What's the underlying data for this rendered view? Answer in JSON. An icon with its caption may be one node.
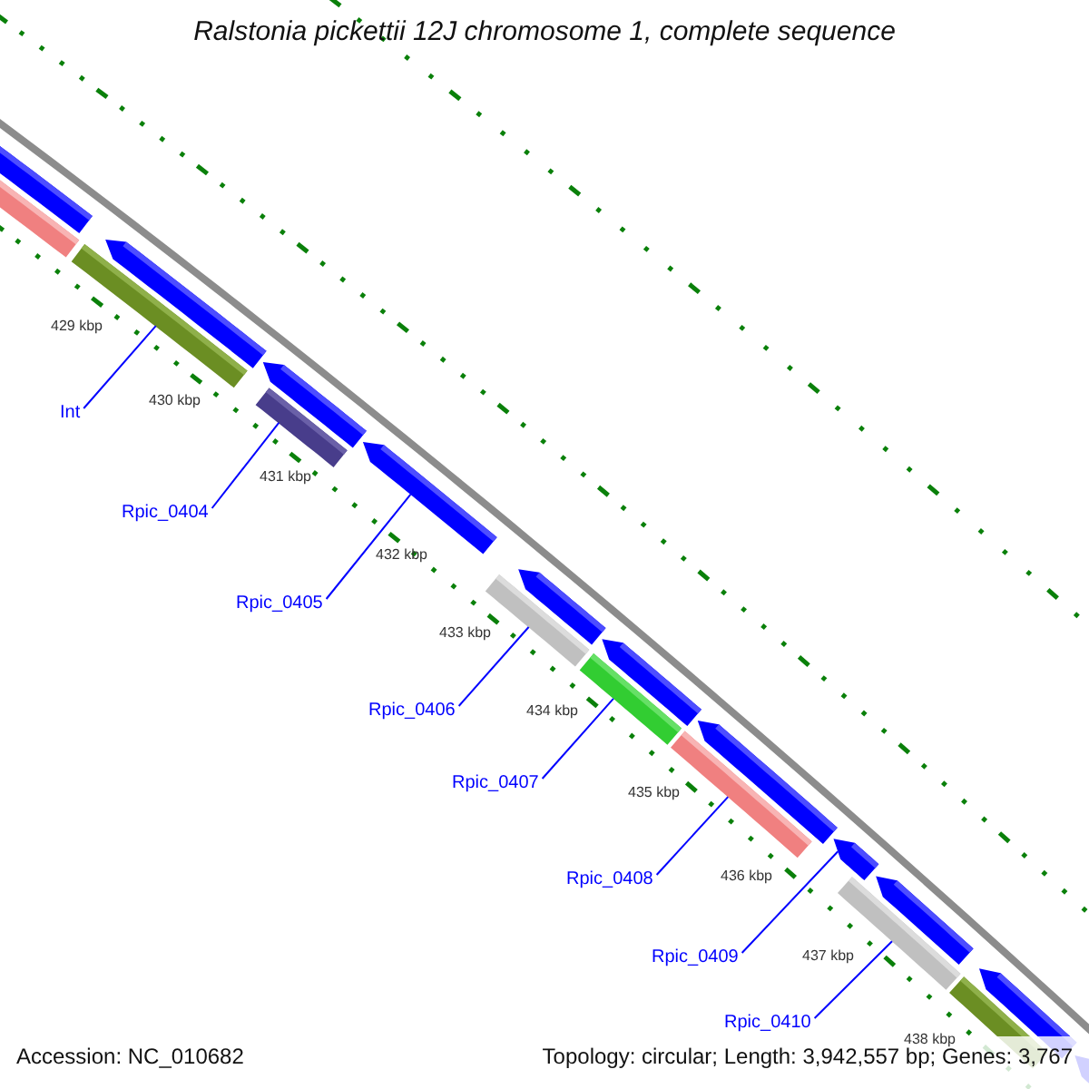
{
  "diagram": {
    "title": "Ralstonia pickettii 12J chromosome 1, complete sequence",
    "nodes": [
      {
        "text": [],
        "shape": "pentagon"
      },
      {
        "text": [],
        "shape": "pentagon"
      },
      {
        "text": [],
        "shape": "pentagon"
      },
      {
        "text": [],
        "shape": "pentagon"
      },
      {
        "text": [],
        "shape": "pentagon"
      },
      {
        "text": [],
        "shape": "pentagon"
      },
      {
        "text": [],
        "shape": "pentagon"
      },
      {
        "text": [],
        "shape": "pentagon"
      },
      {
        "text": [],
        "shape": "pentagon"
      },
      {
        "text": [],
        "shape": "pentagon"
      },
      {
        "text": [],
        "shape": "pentagon"
      },
      {
        "text": [],
        "shape": "bar"
      },
      {
        "text": [],
        "shape": "bar"
      },
      {
        "text": [],
        "shape": "bar"
      },
      {
        "text": [],
        "shape": "bar"
      },
      {
        "text": [],
        "shape": "bar"
      },
      {
        "text": [],
        "shape": "bar"
      },
      {
        "text": [],
        "shape": "bar"
      },
      {
        "text": [],
        "shape": "bar"
      },
      {
        "text": [
          "Int"
        ]
      },
      {
        "text": [
          "Rpic_0404"
        ]
      },
      {
        "text": [
          "Rpic_0405"
        ]
      },
      {
        "text": [
          "Rpic_0406"
        ]
      },
      {
        "text": [
          "Rpic_0407"
        ]
      },
      {
        "text": [
          "Rpic_0408"
        ]
      },
      {
        "text": [
          "Rpic_0409"
        ]
      },
      {
        "text": [
          "Rpic_0410"
        ]
      }
    ],
    "edges": [
      {
        "from": 19,
        "to": 12,
        "arrow": "none"
      },
      {
        "from": 20,
        "to": 13,
        "arrow": "none"
      },
      {
        "from": 21,
        "to": 3,
        "arrow": "none"
      },
      {
        "from": 22,
        "to": 14,
        "arrow": "none"
      },
      {
        "from": 23,
        "to": 15,
        "arrow": "none"
      },
      {
        "from": 24,
        "to": 16,
        "arrow": "none"
      },
      {
        "from": 25,
        "to": 7,
        "arrow": "none"
      },
      {
        "from": 26,
        "to": 17,
        "arrow": "none"
      }
    ],
    "labels": [
      "429 kbp",
      "430 kbp",
      "431 kbp",
      "432 kbp",
      "433 kbp",
      "434 kbp",
      "435 kbp",
      "436 kbp",
      "437 kbp",
      "438 kbp",
      "Accession: NC_010682",
      "Topology: circular; Length: 3,942,557 bp; Genes: 3,767"
    ]
  }
}
